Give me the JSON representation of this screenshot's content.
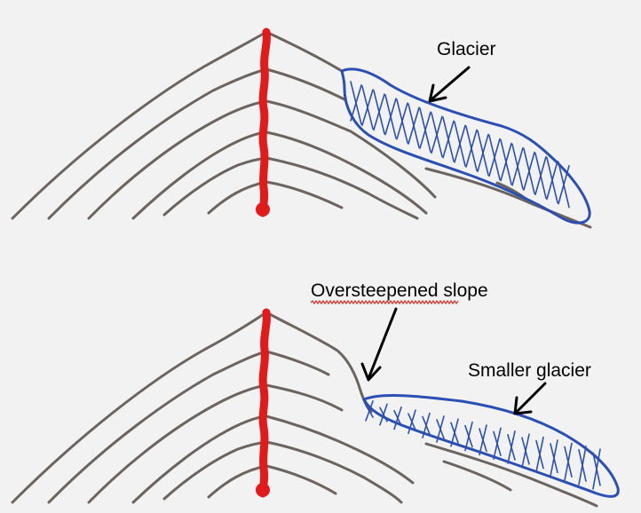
{
  "colors": {
    "background": "#f2f2f2",
    "rock_lines": "#6b6460",
    "vein": "#e21a1a",
    "glacier": "#2b4fb3",
    "arrow": "#000000",
    "spellcheck_underline": "#e0302e"
  },
  "panels": [
    {
      "label": "Glacier"
    },
    {
      "labels": [
        "Oversteepened slope",
        "Smaller glacier"
      ]
    }
  ]
}
